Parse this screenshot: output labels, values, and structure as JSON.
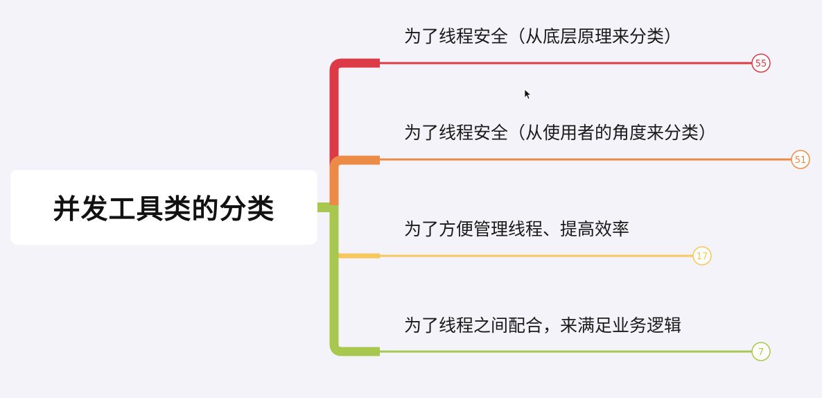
{
  "root": {
    "label": "并发工具类的分类"
  },
  "branches": [
    {
      "label": "为了线程安全（从底层原理来分类）",
      "count": "55",
      "color": "#db3a46"
    },
    {
      "label": "为了线程安全（从使用者的角度来分类）",
      "count": "51",
      "color": "#eb8b47"
    },
    {
      "label": "为了方便管理线程、提高效率",
      "count": "17",
      "color": "#f6c75c"
    },
    {
      "label": "为了线程之间配合，来满足业务逻辑",
      "count": "7",
      "color": "#a7c74f"
    }
  ]
}
